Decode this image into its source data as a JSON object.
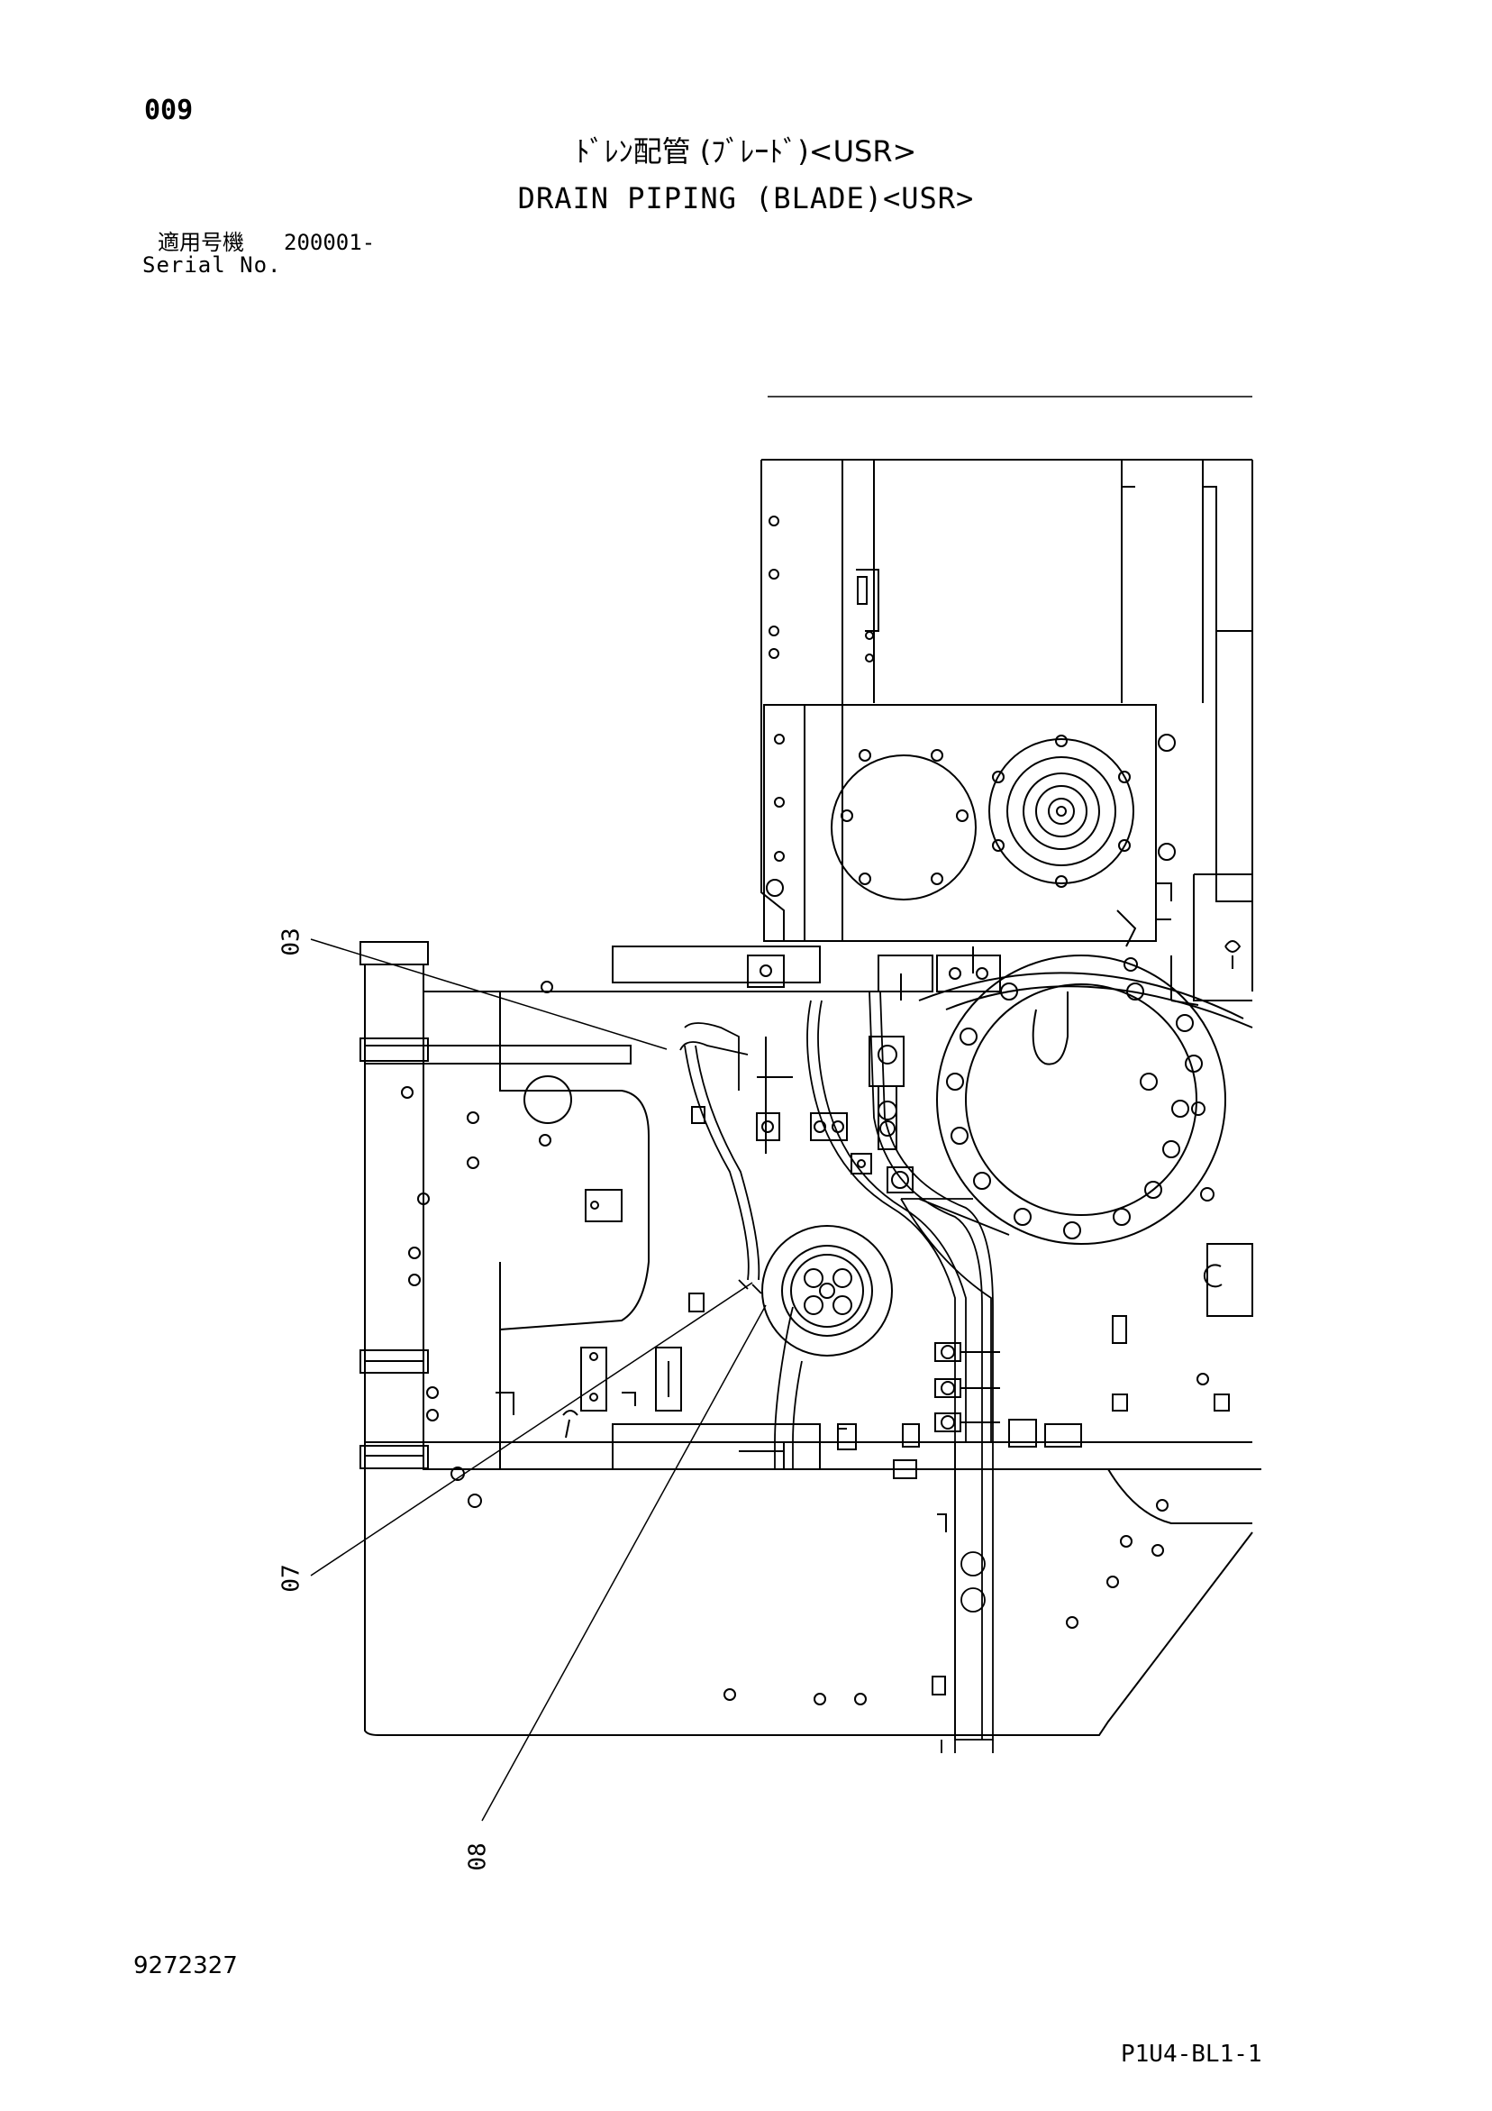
{
  "header": {
    "page_number": "009",
    "title_jp": "ﾄﾞﾚﾝ配管 (ﾌﾞﾚｰﾄﾞ)<USR>",
    "title_en": "DRAIN PIPING (BLADE)<USR>",
    "serial_label_jp": "適用号機",
    "serial_value": "200001-",
    "serial_label_en": "Serial No."
  },
  "callouts": [
    "03",
    "07",
    "08"
  ],
  "footer": {
    "document_number": "9272327",
    "page_code": "P1U4-BL1-1"
  }
}
